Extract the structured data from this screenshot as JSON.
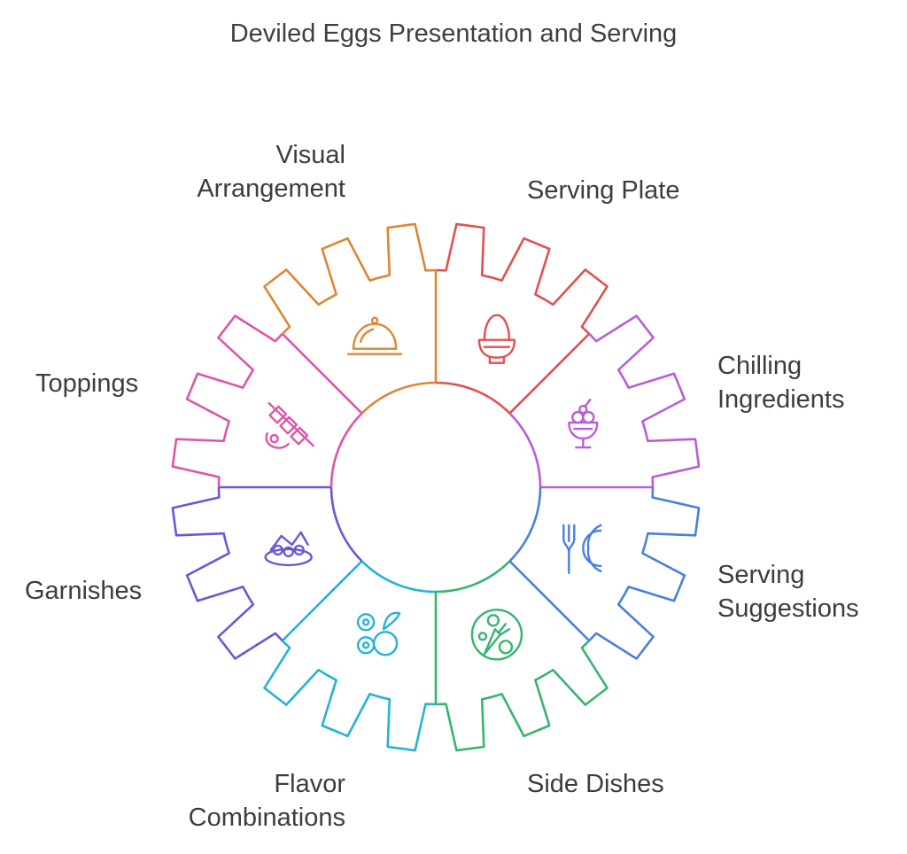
{
  "title": "Deviled Eggs Presentation and Serving",
  "segments": [
    {
      "id": "serving-plate",
      "lines": [
        "Serving Plate"
      ],
      "color": "#e0514f",
      "icon": "egg-cup-icon"
    },
    {
      "id": "chilling-ingredients",
      "lines": [
        "Chilling",
        "Ingredients"
      ],
      "color": "#b75ed9",
      "icon": "ice-cream-sundae-icon"
    },
    {
      "id": "serving-suggestions",
      "lines": [
        "Serving",
        "Suggestions"
      ],
      "color": "#4a7fe0",
      "icon": "fork-and-plate-icon"
    },
    {
      "id": "side-dishes",
      "lines": [
        "Side Dishes"
      ],
      "color": "#35b56f",
      "icon": "vegetable-plate-icon"
    },
    {
      "id": "flavor-combinations",
      "lines": [
        "Flavor",
        "Combinations"
      ],
      "color": "#23b3d6",
      "icon": "fruits-icon"
    },
    {
      "id": "garnishes",
      "lines": [
        "Garnishes"
      ],
      "color": "#6b58d6",
      "icon": "garnish-plate-icon"
    },
    {
      "id": "toppings",
      "lines": [
        "Toppings"
      ],
      "color": "#dd56a8",
      "icon": "skewer-icon"
    },
    {
      "id": "visual-arrangement",
      "lines": [
        "Visual",
        "Arrangement"
      ],
      "color": "#de8635",
      "icon": "cloche-icon"
    }
  ]
}
